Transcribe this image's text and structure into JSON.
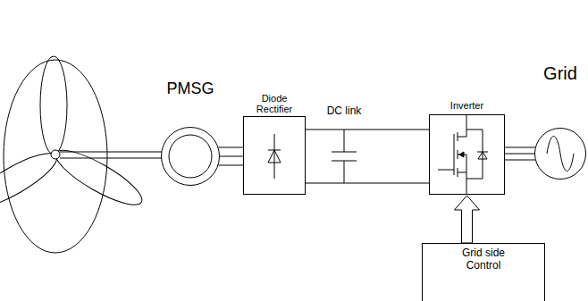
{
  "diagram": {
    "nodes": [
      {
        "text": [
          "PMSG"
        ]
      },
      {
        "text": [
          "Diode Rectifier"
        ]
      },
      {
        "text": [
          "Inverter"
        ]
      },
      {
        "text": [
          "Grid"
        ]
      },
      {
        "text": [
          "Grid side Control"
        ]
      }
    ],
    "edges": [
      {
        "from": 0,
        "to": 1,
        "arrow": "none"
      },
      {
        "from": 1,
        "to": 2,
        "arrow": "none"
      },
      {
        "from": 2,
        "to": 3,
        "arrow": "none"
      },
      {
        "from": 4,
        "to": 2,
        "arrow": "to"
      }
    ],
    "labels": [
      "DC link"
    ]
  }
}
